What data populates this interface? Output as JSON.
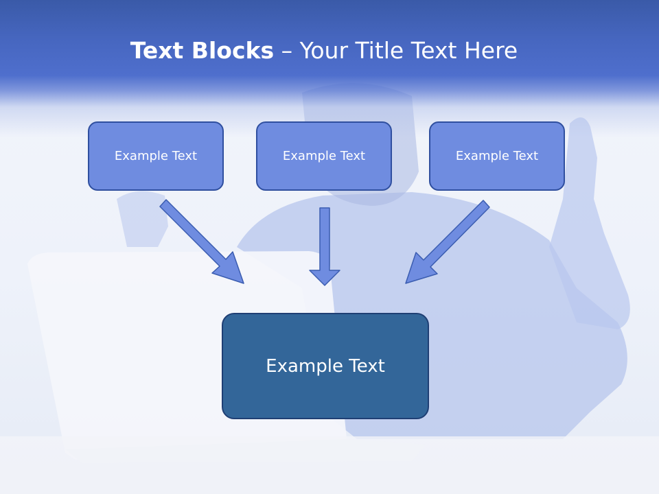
{
  "title": {
    "bold": "Text Blocks",
    "separator": " – ",
    "rest": "Your Title Text Here"
  },
  "boxes": {
    "left": "Example Text",
    "center": "Example Text",
    "right": "Example Text",
    "main": "Example Text"
  },
  "colors": {
    "title_band": "#4666bf",
    "top_box_fill": "#6f8ce0",
    "top_box_border": "#2f4f9f",
    "main_box_fill": "#336699",
    "arrow_fill": "#6f8ce0",
    "arrow_stroke": "#3a5cb0"
  }
}
